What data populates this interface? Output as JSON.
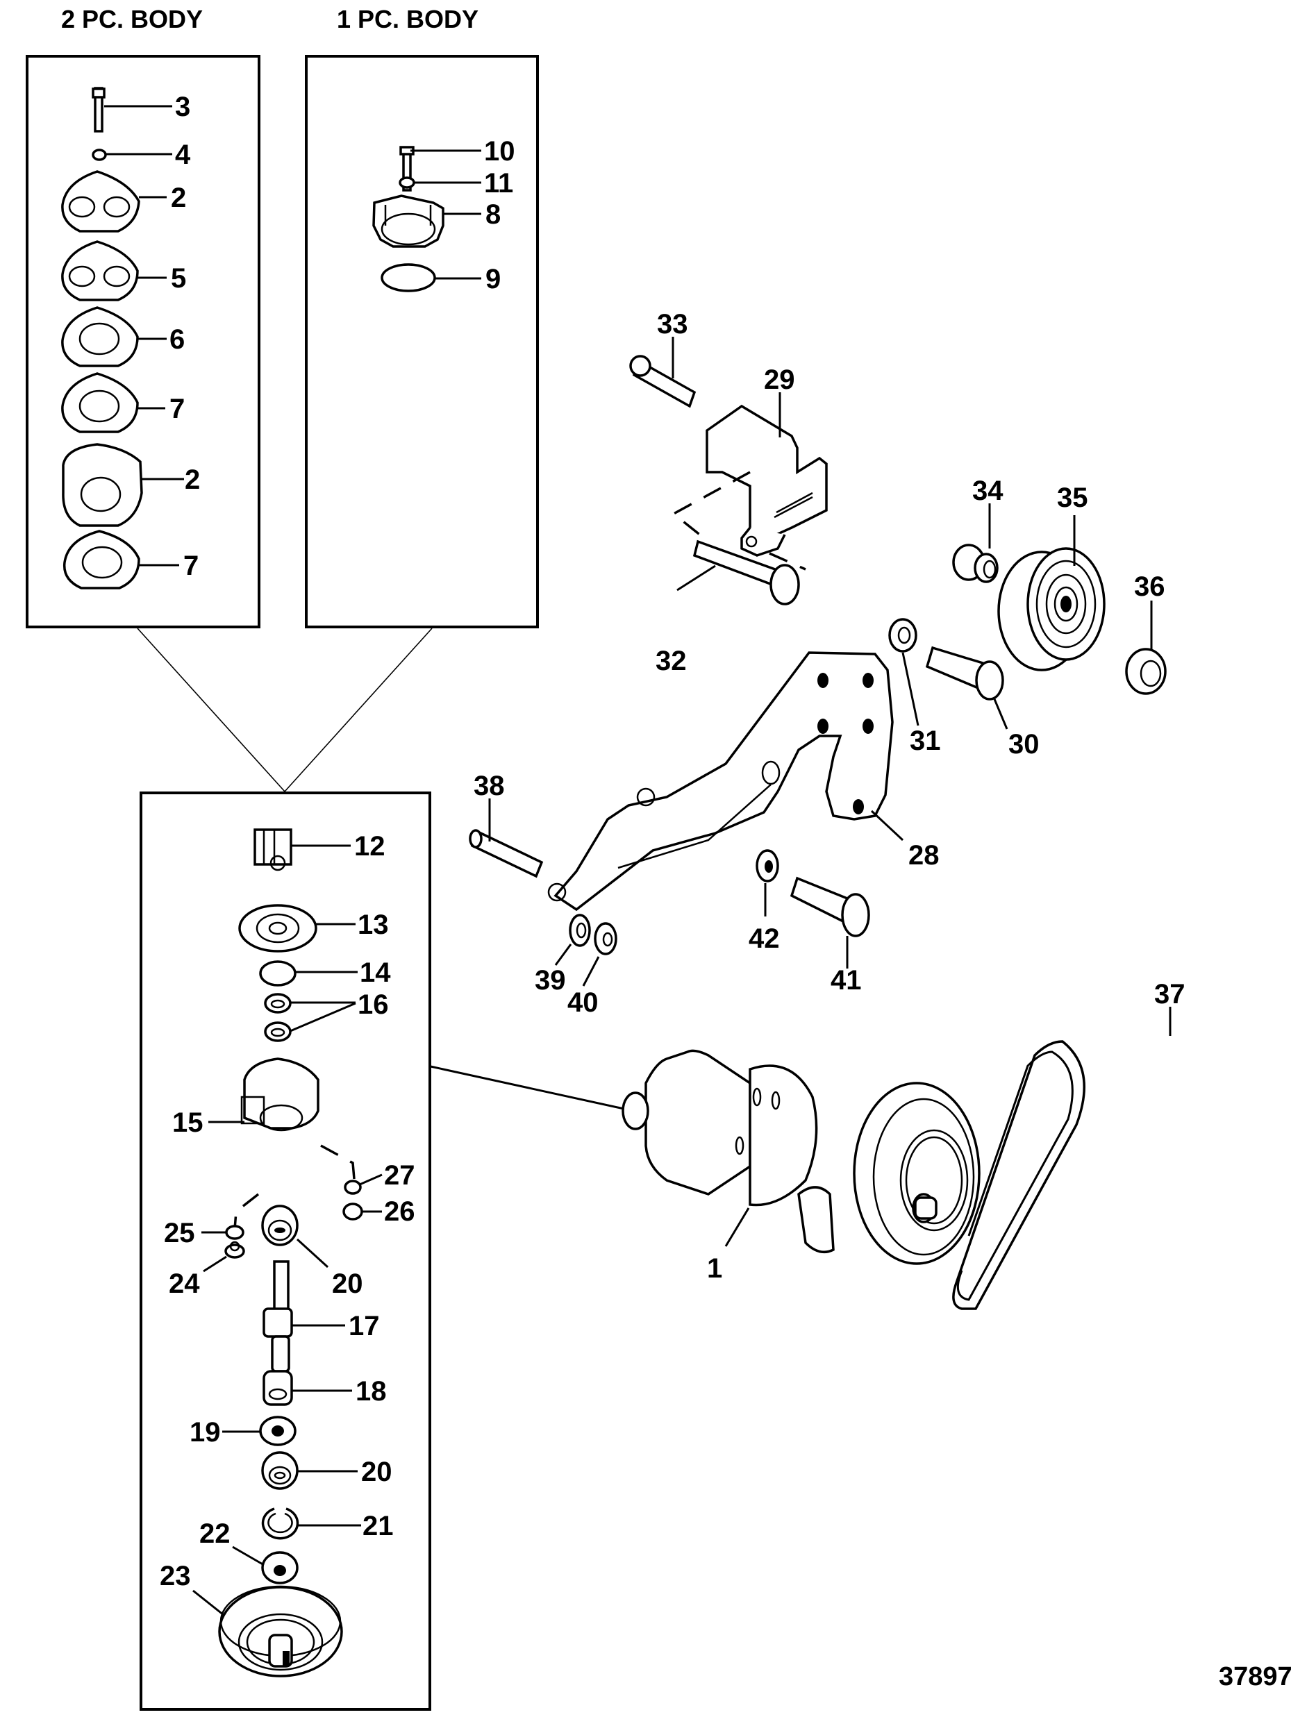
{
  "diagram": {
    "titles": {
      "two_piece_body": "2 PC. BODY",
      "one_piece_body": "1 PC. BODY"
    },
    "figure_number": "37897",
    "callouts": {
      "c1": "1",
      "c2a": "2",
      "c2b": "2",
      "c3": "3",
      "c4": "4",
      "c5": "5",
      "c6": "6",
      "c7a": "7",
      "c7b": "7",
      "c8": "8",
      "c9": "9",
      "c10": "10",
      "c11": "11",
      "c12": "12",
      "c13": "13",
      "c14": "14",
      "c15": "15",
      "c16": "16",
      "c17": "17",
      "c18": "18",
      "c19": "19",
      "c20a": "20",
      "c20b": "20",
      "c21": "21",
      "c22": "22",
      "c23": "23",
      "c24": "24",
      "c25": "25",
      "c26": "26",
      "c27": "27",
      "c28": "28",
      "c29": "29",
      "c30": "30",
      "c31": "31",
      "c32": "32",
      "c33": "33",
      "c34": "34",
      "c35": "35",
      "c36": "36",
      "c37": "37",
      "c38": "38",
      "c39": "39",
      "c40": "40",
      "c41": "41",
      "c42": "42"
    }
  }
}
